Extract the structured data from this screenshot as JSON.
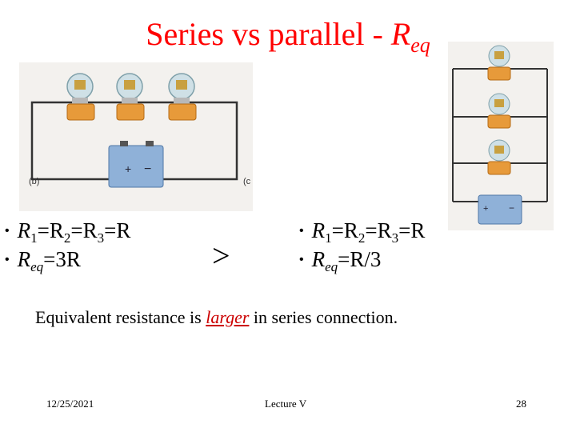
{
  "slide": {
    "title_main": "Series vs parallel - ",
    "title_r": "R",
    "title_sub": "eq",
    "series_fig_label": "(b)",
    "parallel_fig_label": "(c",
    "greater_than": ">",
    "note_before": "Equivalent resistance is ",
    "note_highlight": "larger",
    "note_after": " in series connection.",
    "footer_date": "12/25/2021",
    "footer_center": "Lecture V",
    "footer_page": "28"
  },
  "left_bullets": {
    "line1": {
      "r1": "R",
      "s1": "1",
      "eq1": "=R",
      "s2": "2",
      "eq2": "=R",
      "s3": "3",
      "eq3": "=R"
    },
    "line2": {
      "r": "R",
      "sub": "eq",
      "rest": "=3R"
    }
  },
  "right_bullets": {
    "line1": {
      "r1": "R",
      "s1": "1",
      "eq1": "=R",
      "s2": "2",
      "eq2": "=R",
      "s3": "3",
      "eq3": "=R"
    },
    "line2": {
      "r": "R",
      "sub": "eq",
      "rest": "=R/3"
    }
  },
  "battery": {
    "plus": "+",
    "minus": "−"
  }
}
